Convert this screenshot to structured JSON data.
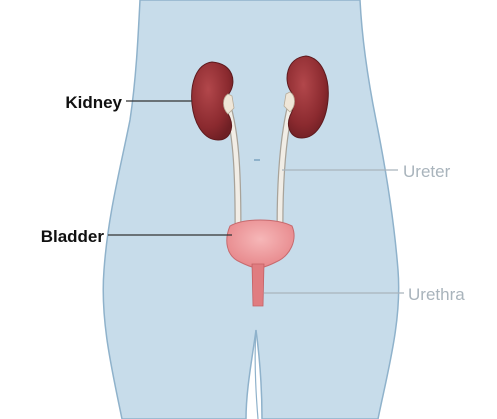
{
  "labels": {
    "kidney": "Kidney",
    "bladder": "Bladder",
    "ureter": "Ureter",
    "urethra": "Urethra"
  },
  "colors": {
    "body_fill": "#c7dcea",
    "body_outline": "#8fb2cb",
    "kidney": "#8b2a2f",
    "bladder": "#ef9a9c",
    "ureter": "#f1ede6",
    "bold_label": "#111111",
    "light_label": "#a9b4bc"
  }
}
